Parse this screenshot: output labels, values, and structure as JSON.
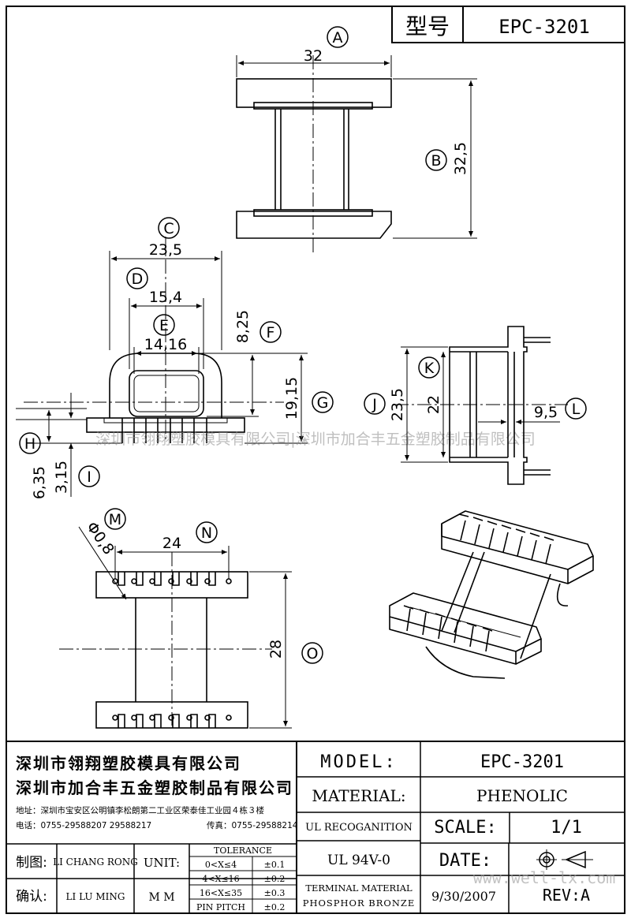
{
  "header": {
    "type_label": "型号",
    "model_code": "EPC-3201"
  },
  "dimensions": {
    "A": {
      "letter": "A",
      "value": "32"
    },
    "B": {
      "letter": "B",
      "value": "32,5"
    },
    "C": {
      "letter": "C",
      "value": "23,5"
    },
    "D": {
      "letter": "D",
      "value": "15,4"
    },
    "E": {
      "letter": "E",
      "value": "14,16"
    },
    "F": {
      "letter": "F",
      "value": "8,25"
    },
    "G": {
      "letter": "G",
      "value": "19,15"
    },
    "H": {
      "letter": "H",
      "value": "6,35"
    },
    "I": {
      "letter": "I",
      "value": "3,15"
    },
    "J": {
      "letter": "J",
      "value": "23,5"
    },
    "K": {
      "letter": "K",
      "value": "22"
    },
    "L": {
      "letter": "L",
      "value": "9,5"
    },
    "M": {
      "letter": "M",
      "value": "Φ0,8"
    },
    "N": {
      "letter": "N",
      "value": "24"
    },
    "O": {
      "letter": "O",
      "value": "28"
    }
  },
  "watermark": "深圳市翎翔塑胶模具有限公司|深圳市加合丰五金塑胶制品有限公司",
  "title_block": {
    "company1": "深圳市翎翔塑胶模具有限公司",
    "company2": "深圳市加合丰五金塑胶制品有限公司",
    "address": "地址：深圳市宝安区公明镇李松朗第二工业区荣泰佳工业园４栋３楼",
    "phone": "电话：0755-29588207  29588217",
    "fax": "传真：0755-29588214",
    "model_label": "MODEL:",
    "model_value": "EPC-3201",
    "material_label": "MATERIAL:",
    "material_value": "PHENOLIC",
    "ul_recog": "UL RECOGANITION",
    "ul_value": "UL 94V-0",
    "scale_label": "SCALE:",
    "scale_value": "1/1",
    "date_label": "DATE:",
    "date_value": "9/30/2007",
    "rev_label": "REV:A",
    "terminal1": "TERMINAL MATERIAL",
    "terminal2": "PHOSPHOR  BRONZE",
    "drawn_label": "制图:",
    "drawn_name": "LI CHANG RONG",
    "check_label": "确认:",
    "check_name": "LI LU MING",
    "unit_label": "UNIT:",
    "unit_value": "M M",
    "tolerance_title": "TOLERANCE",
    "tol": [
      {
        "range": "0<X≤4",
        "val": "±0.1"
      },
      {
        "range": "4<X≤16",
        "val": "±0.2"
      },
      {
        "range": "16<X≤35",
        "val": "±0.3"
      },
      {
        "range": "PIN PITCH",
        "val": "±0.2"
      }
    ],
    "website": "www.well-lx.com"
  }
}
